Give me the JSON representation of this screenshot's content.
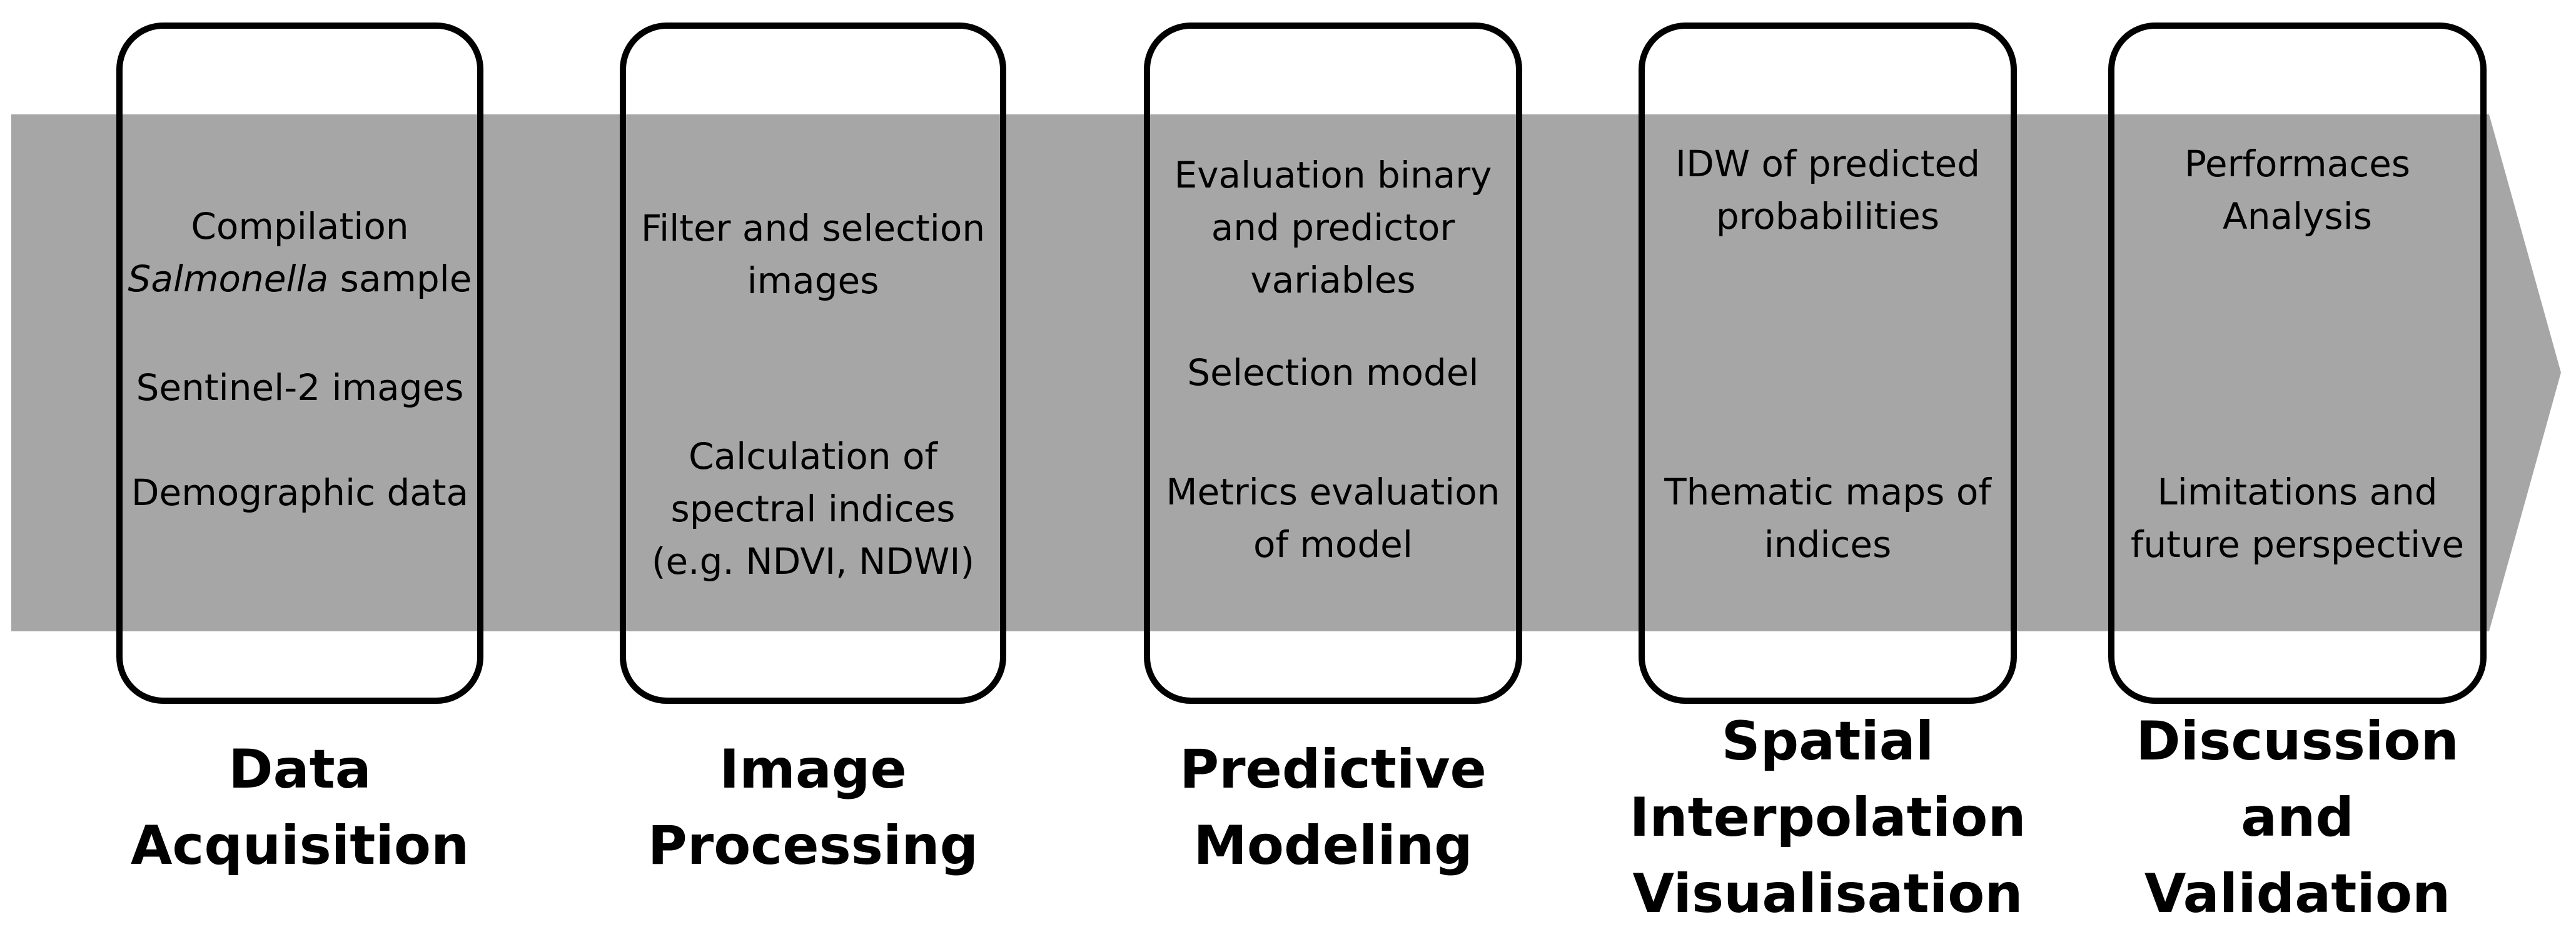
{
  "colors": {
    "arrow_band": "#a6a6a6",
    "box_border": "#000000",
    "text": "#000000"
  },
  "stages": [
    {
      "title_lines": [
        "Data",
        "Acquisition"
      ],
      "items": [
        {
          "lines": [
            "Compilation"
          ]
        },
        {
          "italic": "Salmonella",
          "rest": " sample"
        },
        {
          "lines": [
            "Sentinel-2 images"
          ]
        },
        {
          "lines": [
            "Demographic data"
          ]
        }
      ]
    },
    {
      "title_lines": [
        "Image",
        "Processing"
      ],
      "items": [
        {
          "lines": [
            "Filter and selection",
            "images"
          ]
        },
        {
          "lines": [
            "Calculation of",
            "spectral indices",
            "(e.g. NDVI, NDWI)"
          ]
        }
      ]
    },
    {
      "title_lines": [
        "Predictive",
        "Modeling"
      ],
      "items": [
        {
          "lines": [
            "Evaluation binary",
            "and predictor",
            "variables"
          ]
        },
        {
          "lines": [
            "Selection model"
          ]
        },
        {
          "lines": [
            "Metrics evaluation",
            "of model"
          ]
        }
      ]
    },
    {
      "title_lines": [
        "Spatial",
        "Interpolation",
        "Visualisation"
      ],
      "items": [
        {
          "lines": [
            "IDW of predicted",
            "probabilities"
          ]
        },
        {
          "lines": [
            "Thematic maps of",
            "indices"
          ]
        }
      ]
    },
    {
      "title_lines": [
        "Discussion",
        "and",
        "Validation"
      ],
      "items": [
        {
          "lines": [
            "Performaces",
            "Analysis"
          ]
        },
        {
          "lines": [
            "Limitations and",
            "future perspective"
          ]
        }
      ]
    }
  ]
}
